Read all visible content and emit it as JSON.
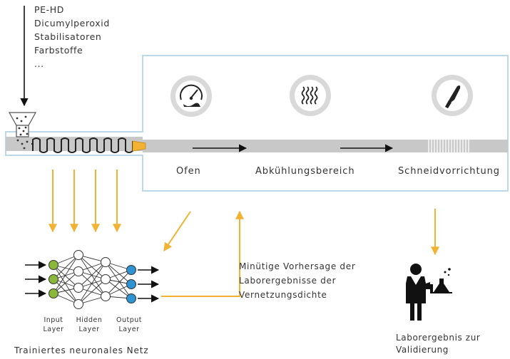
{
  "ingredients": [
    "PE-HD",
    "Dicumylperoxid",
    "Stabilisatoren",
    "Farbstoffe",
    "..."
  ],
  "stages": {
    "oven": "Ofen",
    "cooling": "Abkühlungsbereich",
    "cutting": "Schneidvorrichtung"
  },
  "stage_icons": [
    "gauge-icon",
    "heat-waves-icon",
    "knife-icon"
  ],
  "neural_net": {
    "input_label": [
      "Input",
      "Layer"
    ],
    "hidden_label": [
      "Hidden",
      "Layer"
    ],
    "output_label": [
      "Output",
      "Layer"
    ],
    "title": "Trainiertes neuronales Netz"
  },
  "prediction_text": [
    "Minütige Vorhersage der",
    "Laborergebnisse der",
    "Vernetzungsdichte"
  ],
  "lab_result": [
    "Laborergebnis zur",
    "Validierung"
  ],
  "colors": {
    "accent": "#f2b233",
    "frame": "#bcd9ec",
    "input_node": "#8ab83a",
    "output_node": "#2f93d3",
    "tube": "#c8c8c8",
    "icon_circle": "#d9d9d9"
  }
}
